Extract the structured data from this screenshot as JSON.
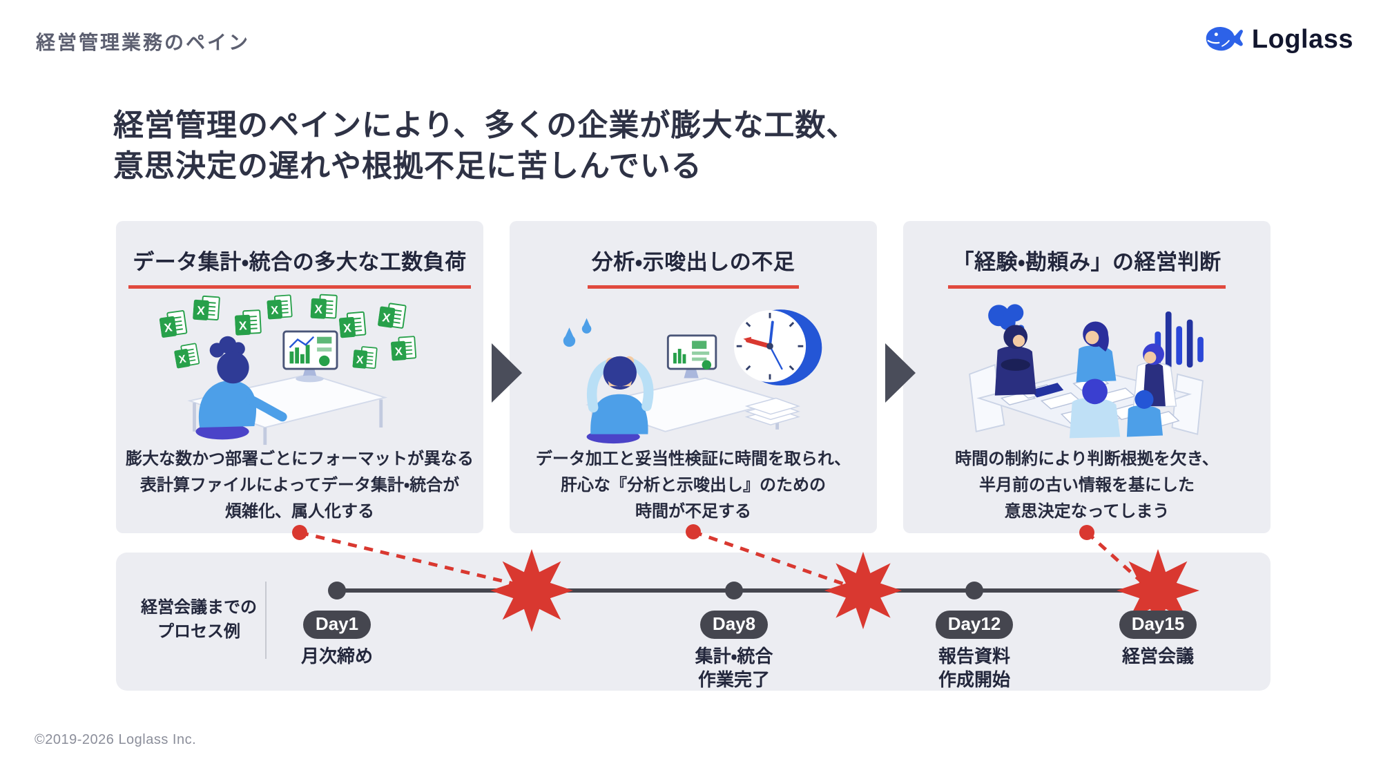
{
  "page": {
    "title": "経営管理業務のペイン",
    "footer": "©2019-2026 Loglass Inc."
  },
  "logo": {
    "text": "Loglass"
  },
  "headline": {
    "line1": "経営管理のペインにより、多くの企業が膨大な工数、",
    "line2": "意思決定の遅れや根拠不足に苦しんでいる"
  },
  "cards": [
    {
      "title": "データ集計・統合の多大な工数負荷",
      "body_line1": "膨大な数かつ部署ごとにフォーマットが異なる",
      "body_line2": "表計算ファイルによってデータ集計・統合が",
      "body_line3": "煩雑化、属人化する",
      "illustration": "excel-overload-illustration"
    },
    {
      "title": "分析・示唆出しの不足",
      "body_line1": "データ加工と妥当性検証に時間を取られ、",
      "body_line2": "肝心な『分析と示唆出し』のための",
      "body_line3": "時間が不足する",
      "illustration": "time-pressure-illustration"
    },
    {
      "title": "「経験・勘頼み」の経営判断",
      "body_line1": "時間の制約により判断根拠を欠き、",
      "body_line2": "半月前の古い情報を基にした",
      "body_line3": "意思決定なってしまう",
      "illustration": "meeting-illustration"
    }
  ],
  "timeline": {
    "label_line1": "経営会議までの",
    "label_line2": "プロセス例",
    "milestones": [
      {
        "day": "Day1",
        "label_line1": "月次締め",
        "label_line2": ""
      },
      {
        "day": "Day8",
        "label_line1": "集計・統合",
        "label_line2": "作業完了"
      },
      {
        "day": "Day12",
        "label_line1": "報告資料",
        "label_line2": "作成開始"
      },
      {
        "day": "Day15",
        "label_line1": "経営会議",
        "label_line2": ""
      }
    ]
  },
  "icons": {
    "excel_letter": "X"
  },
  "colors": {
    "accent_red": "#D93830",
    "underline_red": "#E0493E",
    "card_bg": "#ECEDF2",
    "dark_navy": "#2E3245",
    "timeline_dark": "#45464F",
    "logo_blue": "#2D62E8"
  }
}
